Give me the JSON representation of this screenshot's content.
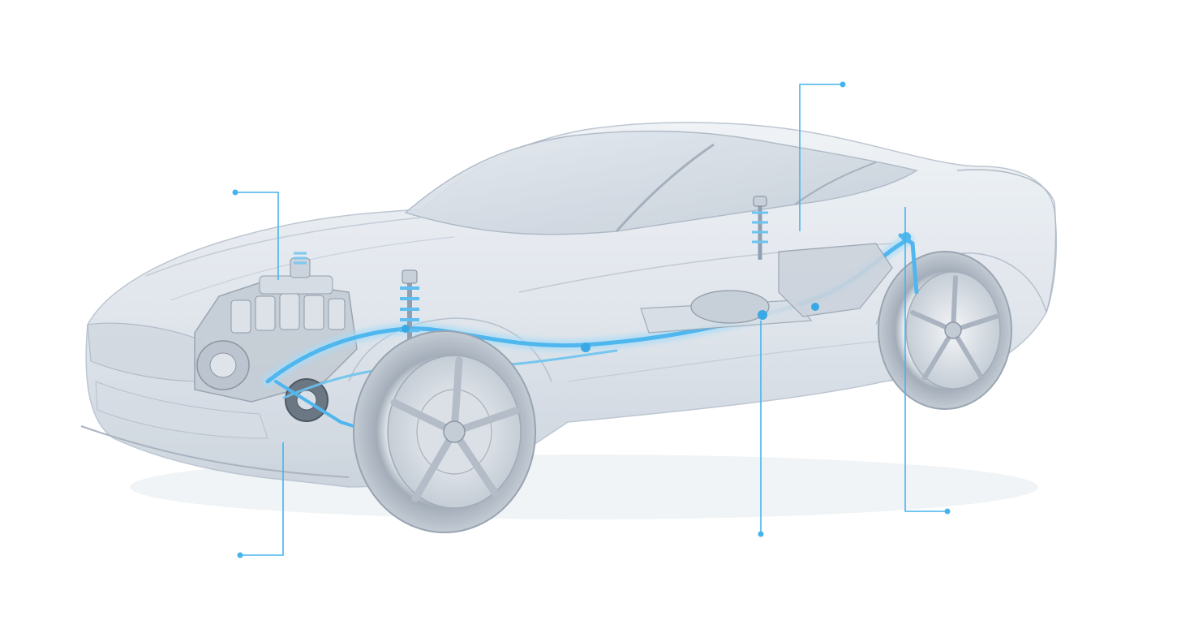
{
  "diagram": {
    "subject_icon": "car-chassis-xray-illustration",
    "colors": {
      "background": "#ffffff",
      "body_ghost": "#d6dde6",
      "body_edge": "#b7c2cf",
      "glass": "#c9d2dc",
      "chassis_highlight": "#4fb6ee",
      "chassis_glow": "#a9dcf7",
      "callout_line": "#45b4ec",
      "wheel_dark": "#8e98a5",
      "rim": "#cfd6de"
    },
    "callouts": [
      {
        "id": "engine-mount"
      },
      {
        "id": "front-suspension"
      },
      {
        "id": "rear-suspension-top"
      },
      {
        "id": "center-subframe"
      },
      {
        "id": "rear-axle"
      }
    ]
  }
}
